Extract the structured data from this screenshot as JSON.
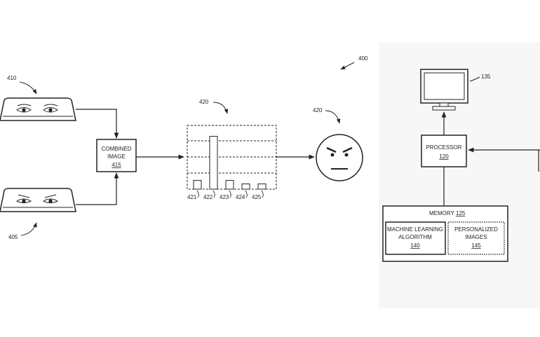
{
  "figure_ref": "400",
  "eye_images": {
    "top_ref": "410",
    "bottom_ref": "405"
  },
  "combined_image": {
    "line1": "COMBINED",
    "line2": "IMAGE",
    "ref": "415"
  },
  "histogram": {
    "ref": "420",
    "bar_refs": [
      "421",
      "422",
      "423",
      "424",
      "425"
    ]
  },
  "chart_data": {
    "type": "bar",
    "categories": [
      "421",
      "422",
      "423",
      "424",
      "425"
    ],
    "values": [
      1,
      6,
      1,
      0.6,
      0.6
    ],
    "title": "",
    "xlabel": "",
    "ylabel": "",
    "ylim": [
      0,
      7
    ]
  },
  "emotion_face": {
    "ref": "420"
  },
  "display": {
    "ref": "135"
  },
  "processor": {
    "label": "PROCESSOR",
    "ref": "120"
  },
  "memory": {
    "label": "MEMORY",
    "ref": "125",
    "ml": {
      "line1": "MACHINE LEARNING",
      "line2": "ALGORITHM",
      "ref": "140"
    },
    "personalized": {
      "line1": "PERSONALIZED",
      "line2": "IMAGES",
      "ref": "145"
    }
  }
}
